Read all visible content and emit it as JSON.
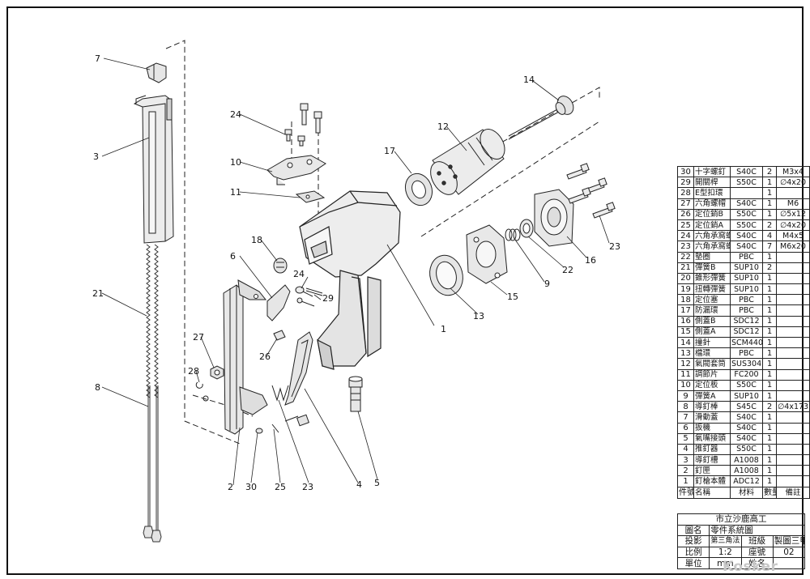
{
  "callouts": [
    "1",
    "2",
    "3",
    "4",
    "5",
    "6",
    "7",
    "8",
    "9",
    "10",
    "11",
    "12",
    "13",
    "14",
    "15",
    "16",
    "17",
    "18",
    "21",
    "22",
    "23",
    "24",
    "24",
    "25",
    "26",
    "27",
    "28",
    "29",
    "30",
    "23"
  ],
  "bom": {
    "rows": [
      {
        "no": "30",
        "name": "十字螺釘",
        "material": "S40C",
        "qty": "2",
        "note": "M3x4"
      },
      {
        "no": "29",
        "name": "開關桿",
        "material": "S50C",
        "qty": "1",
        "note": "∅4x20"
      },
      {
        "no": "28",
        "name": "E型扣環",
        "material": "",
        "qty": "1",
        "note": ""
      },
      {
        "no": "27",
        "name": "六角螺帽",
        "material": "S40C",
        "qty": "1",
        "note": "M6"
      },
      {
        "no": "26",
        "name": "定位銷B",
        "material": "S50C",
        "qty": "1",
        "note": "∅5x12"
      },
      {
        "no": "25",
        "name": "定位銷A",
        "material": "S50C",
        "qty": "2",
        "note": "∅4x20"
      },
      {
        "no": "24",
        "name": "六角承窩螺栓",
        "material": "S40C",
        "qty": "4",
        "note": "M4x5"
      },
      {
        "no": "23",
        "name": "六角承窩螺栓",
        "material": "S40C",
        "qty": "7",
        "note": "M6x20"
      },
      {
        "no": "22",
        "name": "墊圈",
        "material": "PBC",
        "qty": "1",
        "note": ""
      },
      {
        "no": "21",
        "name": "彈簧B",
        "material": "SUP10",
        "qty": "2",
        "note": ""
      },
      {
        "no": "20",
        "name": "錐形彈簧",
        "material": "SUP10",
        "qty": "1",
        "note": ""
      },
      {
        "no": "19",
        "name": "扭轉彈簧",
        "material": "SUP10",
        "qty": "1",
        "note": ""
      },
      {
        "no": "18",
        "name": "定位塞",
        "material": "PBC",
        "qty": "1",
        "note": ""
      },
      {
        "no": "17",
        "name": "防漏環",
        "material": "PBC",
        "qty": "1",
        "note": ""
      },
      {
        "no": "16",
        "name": "側蓋B",
        "material": "SDC12",
        "qty": "1",
        "note": ""
      },
      {
        "no": "15",
        "name": "側蓋A",
        "material": "SDC12",
        "qty": "1",
        "note": ""
      },
      {
        "no": "14",
        "name": "撞針",
        "material": "SCM440",
        "qty": "1",
        "note": ""
      },
      {
        "no": "13",
        "name": "檔環",
        "material": "PBC",
        "qty": "1",
        "note": ""
      },
      {
        "no": "12",
        "name": "氣閥套筒",
        "material": "SUS304",
        "qty": "1",
        "note": ""
      },
      {
        "no": "11",
        "name": "調節片",
        "material": "FC200",
        "qty": "1",
        "note": ""
      },
      {
        "no": "10",
        "name": "定位板",
        "material": "S50C",
        "qty": "1",
        "note": ""
      },
      {
        "no": "9",
        "name": "彈簧A",
        "material": "SUP10",
        "qty": "1",
        "note": ""
      },
      {
        "no": "8",
        "name": "導釘棒",
        "material": "S45C",
        "qty": "2",
        "note": "∅4x173"
      },
      {
        "no": "7",
        "name": "滑動蓋",
        "material": "S40C",
        "qty": "1",
        "note": ""
      },
      {
        "no": "6",
        "name": "扳機",
        "material": "S40C",
        "qty": "1",
        "note": ""
      },
      {
        "no": "5",
        "name": "氣嘴接頭",
        "material": "S40C",
        "qty": "1",
        "note": ""
      },
      {
        "no": "4",
        "name": "推釘器",
        "material": "S50C",
        "qty": "1",
        "note": ""
      },
      {
        "no": "3",
        "name": "導釘槽",
        "material": "A1008",
        "qty": "1",
        "note": ""
      },
      {
        "no": "2",
        "name": "釘匣",
        "material": "A1008",
        "qty": "1",
        "note": ""
      },
      {
        "no": "1",
        "name": "釘槍本體",
        "material": "ADC12",
        "qty": "1",
        "note": ""
      }
    ],
    "header": {
      "no": "件號",
      "name": "名稱",
      "material": "材料",
      "qty": "數量",
      "note": "備註"
    }
  },
  "title_block": {
    "school": "市立沙鹿高工",
    "drawing_name_label": "圖名",
    "drawing_name": "零件系統圖",
    "projection_label": "投影",
    "projection": "第三角法",
    "class_label": "班級",
    "class_value": "製圖三甲",
    "scale_label": "比例",
    "scale": "1:2",
    "seat_label": "座號",
    "seat": "02",
    "unit_label": "單位",
    "unit": "mm",
    "name_label": "姓名"
  },
  "watermark": "Kosker"
}
